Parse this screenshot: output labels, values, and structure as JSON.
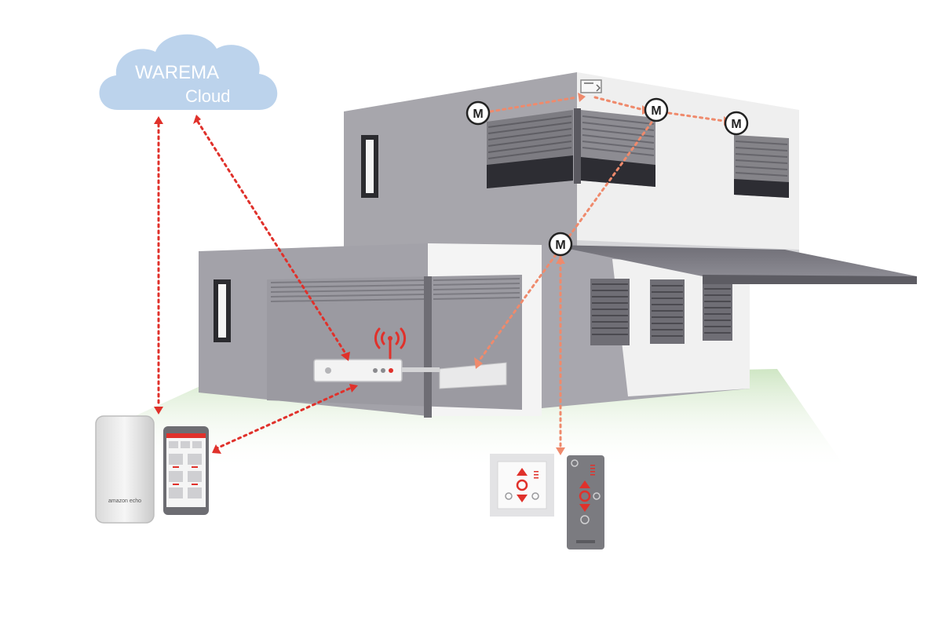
{
  "cloud": {
    "line1": "WAREMA",
    "line2": "Cloud"
  },
  "motors": [
    {
      "label": "M"
    },
    {
      "label": "M"
    },
    {
      "label": "M"
    },
    {
      "label": "M"
    }
  ],
  "speaker": {
    "label": "amazon echo"
  },
  "colors": {
    "link": "#e0312b",
    "link_light": "#ef8a6c",
    "cloud": "#bcd3ec",
    "wall_light": "#eeeeee",
    "wall_dark": "#a9a8ae",
    "lawn": "#cfe6c4"
  },
  "icons": [
    "cloud-icon",
    "wifi-signal-icon",
    "gateway-icon",
    "motor-icon",
    "smart-speaker-icon",
    "smartphone-icon",
    "wall-switch-icon",
    "remote-control-icon"
  ]
}
